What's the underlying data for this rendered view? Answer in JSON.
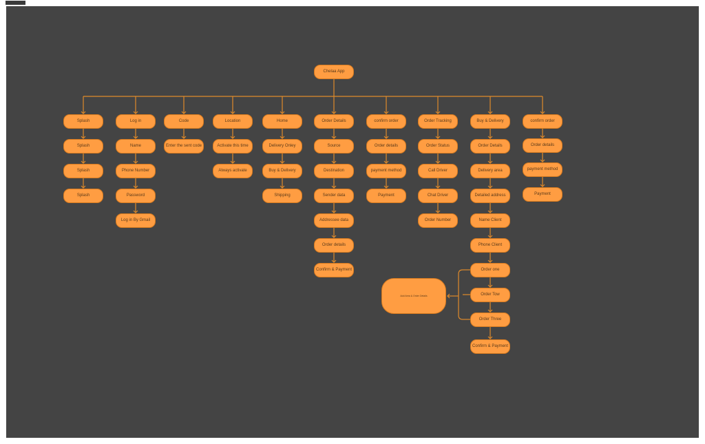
{
  "root": "Chelaa App",
  "columns": [
    [
      "Splash",
      "Splash",
      "Splash",
      "Splash"
    ],
    [
      "Log in",
      "Name",
      "Phone Number",
      "Password",
      "Log in By Gmail"
    ],
    [
      "Code",
      "Enter the sent code"
    ],
    [
      "Location",
      "Activate this time",
      "Always activate"
    ],
    [
      "Home",
      "Delivery Onley",
      "Buy & Delivery",
      "Shipping"
    ],
    [
      "Order  Details",
      "Source",
      "Destination",
      "Sender data",
      "Addressee data",
      "Order details",
      "Confirm & Payment"
    ],
    [
      "confirm order",
      "Order details",
      "payment method",
      "Payment"
    ],
    [
      "Order Tracking",
      "Order Status",
      "Call Driver",
      "Chat Driver",
      "Order Number"
    ],
    [
      "Buy & Delivery",
      "Order Details",
      "Delivery area",
      "Detailed address",
      "Name Client",
      "Phone Client",
      "Order one",
      "Order Tow",
      "Order Three",
      "Confirm & Payment"
    ],
    [
      "confirm order",
      "Order details",
      "payment method",
      "Payment"
    ]
  ],
  "side_node": "Add Area & Order Details",
  "colors": {
    "background": "#444444",
    "node": "#ff9d42",
    "connector": "#e08a2a"
  }
}
